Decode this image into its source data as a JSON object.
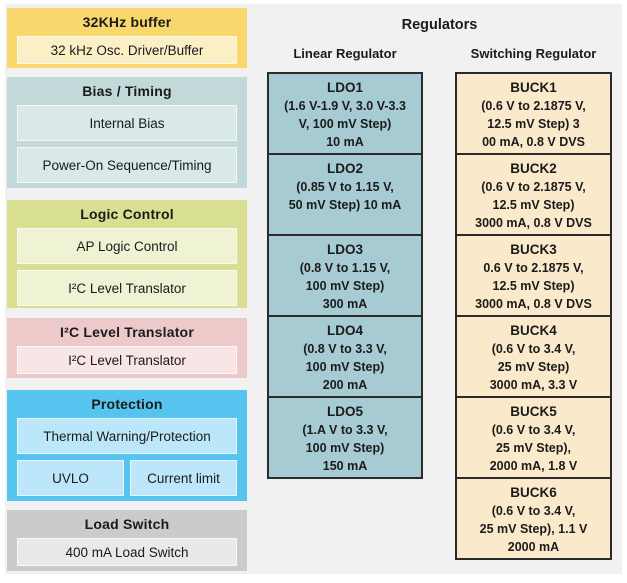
{
  "page": {
    "background": "#f1f1f1"
  },
  "left_column": {
    "blocks": [
      {
        "id": "32khz-buffer",
        "title": "32KHz buffer",
        "color": "#f8d76c",
        "item_color": "#fbf0c5",
        "items": [
          "32 kHz Osc. Driver/Buffer"
        ]
      },
      {
        "id": "bias-timing",
        "title": "Bias / Timing",
        "color": "#c3d8d9",
        "item_color": "#dae8e8",
        "items": [
          "Internal Bias",
          "Power-On Sequence/Timing"
        ]
      },
      {
        "id": "logic-control",
        "title": "Logic Control",
        "color": "#d8df90",
        "item_color": "#eff3d4",
        "items": [
          "AP Logic Control",
          "I²C Level Translator"
        ]
      },
      {
        "id": "i2c-level-translator",
        "title": "I²C Level Translator",
        "color": "#edc9c9",
        "item_color": "#f8e6e6",
        "items": [
          "I²C Level Translator"
        ]
      },
      {
        "id": "protection",
        "title": "Protection",
        "color": "#57c4ef",
        "item_color": "#bce7fa",
        "items": [
          "Thermal Warning/Protection"
        ],
        "split_items": [
          "UVLO",
          "Current limit"
        ]
      },
      {
        "id": "load-switch",
        "title": "Load Switch",
        "color": "#cbcbcb",
        "item_color": "#e9e9e9",
        "items": [
          "400 mA Load Switch"
        ]
      }
    ]
  },
  "regulators": {
    "title": "Regulators",
    "linear": {
      "header": "Linear Regulator",
      "color": "#a7cbd3",
      "blocks": [
        {
          "name": "LDO1",
          "lines": [
            "(1.6 V-1.9 V, 3.0 V-3.3",
            "V, 100 mV Step)",
            "10 mA"
          ]
        },
        {
          "name": "LDO2",
          "lines": [
            "(0.85 V to 1.15 V,",
            "50 mV Step) 10 mA"
          ]
        },
        {
          "name": "LDO3",
          "lines": [
            "(0.8 V to 1.15 V,",
            "100 mV Step)",
            "300 mA"
          ]
        },
        {
          "name": "LDO4",
          "lines": [
            "(0.8 V to 3.3 V,",
            "100 mV Step)",
            "200 mA"
          ]
        },
        {
          "name": "LDO5",
          "lines": [
            "(1.A V to 3.3 V,",
            "100 mV Step)",
            "150 mA"
          ]
        }
      ]
    },
    "switching": {
      "header": "Switching Regulator",
      "color": "#fbe9cb",
      "blocks": [
        {
          "name": "BUCK1",
          "lines": [
            "(0.6 V to 2.1875 V,",
            "12.5 mV Step) 3",
            "00 mA, 0.8 V DVS"
          ]
        },
        {
          "name": "BUCK2",
          "lines": [
            "(0.6 V to 2.1875 V,",
            "12.5 mV Step)",
            "3000 mA, 0.8 V DVS"
          ]
        },
        {
          "name": "BUCK3",
          "lines": [
            "0.6 V to 2.1875 V,",
            "12.5 mV Step)",
            "3000 mA, 0.8 V DVS"
          ]
        },
        {
          "name": "BUCK4",
          "lines": [
            "(0.6 V to 3.4 V,",
            "25 mV Step)",
            "3000 mA, 3.3 V"
          ]
        },
        {
          "name": "BUCK5",
          "lines": [
            "(0.6 V to 3.4 V,",
            "25 mV Step),",
            "2000 mA, 1.8 V"
          ]
        },
        {
          "name": "BUCK6",
          "lines": [
            "(0.6 V to 3.4 V,",
            "25 mV Step), 1.1 V",
            "2000 mA"
          ]
        }
      ]
    }
  }
}
